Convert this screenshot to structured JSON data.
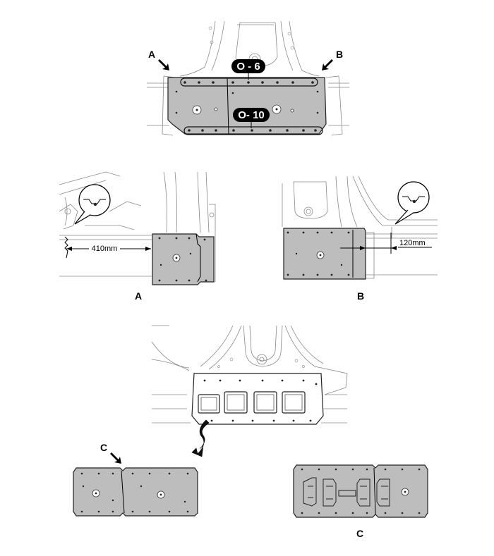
{
  "labels": {
    "op_top": "O - 6",
    "op_bottom": "O- 10",
    "view_a_arrow": "A",
    "view_b_arrow": "B",
    "view_a_caption": "A",
    "view_b_caption": "B",
    "view_c_arrow": "C",
    "view_c_caption": "C"
  },
  "dimensions": {
    "view_a": "410mm",
    "view_b": "120mm"
  },
  "colors": {
    "panel_fill": "#bdbdbd",
    "badge_fill": "#000000",
    "line": "#000000",
    "background_lines": "#888888"
  }
}
